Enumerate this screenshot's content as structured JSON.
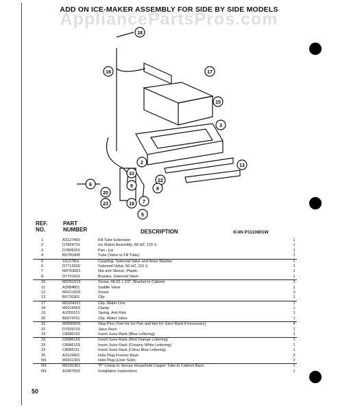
{
  "title": "ADD ON ICE-MAKER ASSEMBLY FOR SIDE BY SIDE MODELS",
  "watermark": "AppliancePartsPros.com",
  "callouts": [
    "18",
    "16",
    "17",
    "15",
    "3",
    "2",
    "22",
    "20",
    "6",
    "7",
    "13",
    "8",
    "23",
    "5",
    "19",
    "9",
    "10"
  ],
  "table_header": {
    "ref": "REF.\nNO.",
    "part": "PART\nNUMBER",
    "description": "DESCRIPTION"
  },
  "model_code": "IC4N P1110801W",
  "parts": [
    {
      "ref": "1",
      "part": "A3127400",
      "desc": "Fill Tube Extension",
      "qty": "1",
      "ul": false
    },
    {
      "ref": "2",
      "part": "D7824701",
      "desc": "Ice Maker Assembly, 60 HZ, 115 V.",
      "qty": "1",
      "ul": false
    },
    {
      "ref": "3",
      "part": "D7806201",
      "desc": "Pan - Ice",
      "qty": "1",
      "ul": false
    },
    {
      "ref": "4",
      "part": "B5705308",
      "desc": "Tube (Valve to Fill Tube)",
      "qty": "1",
      "ul": false
    },
    {
      "ref": "5",
      "part": "10127801",
      "desc": "Coupling, Solenoid Valve and Hose Washer",
      "qty": "1",
      "ul": true
    },
    {
      "ref": "6",
      "part": "D7712602",
      "desc": "Solenoid Valve, 60 HZ, 115 V.",
      "qty": "1",
      "ul": false
    },
    {
      "ref": "7",
      "part": "M0753001",
      "desc": "Nut and Sleeve, Plastic",
      "qty": "1",
      "ul": false
    },
    {
      "ref": "8",
      "part": "D7701601",
      "desc": "Bracket, Solenoid Valve",
      "qty": "1",
      "ul": false
    },
    {
      "ref": "10",
      "part": "M0251015",
      "desc": "Screw, #8-32 x 1/2\", Bracket to Cabinet",
      "qty": "3",
      "ul": true
    },
    {
      "ref": "11",
      "part": "A3084801",
      "desc": "Saddle Valve",
      "qty": "1",
      "ul": false
    },
    {
      "ref": "12",
      "part": "M0211018",
      "desc": "Screw",
      "qty": "3",
      "ul": false
    },
    {
      "ref": "13",
      "part": "B5720301",
      "desc": "Clip",
      "qty": "1",
      "ul": false
    },
    {
      "ref": "17",
      "part": "M0104101",
      "desc": "Clip, Water Line",
      "qty": "1",
      "ul": true
    },
    {
      "ref": "18",
      "part": "M0114003",
      "desc": "Clamp",
      "qty": "1",
      "ul": false
    },
    {
      "ref": "19",
      "part": "A1055101",
      "desc": "Spring, Anti Kink",
      "qty": "1",
      "ul": false
    },
    {
      "ref": "20",
      "part": "B8374701",
      "desc": "Clip, Water Valve",
      "qty": "1",
      "ul": false
    },
    {
      "ref": "21",
      "part": "M0580005",
      "desc": "Stop Pins (Two for Ice Pan and two for Juice Rack if necessary)",
      "qty": "4",
      "ul": true
    },
    {
      "ref": "22",
      "part": "D7939703",
      "desc": "Juice Rack",
      "qty": "1",
      "ul": false
    },
    {
      "ref": "23",
      "part": "C8986101",
      "desc": "Insert Juice Rack (Blue Lettering)",
      "qty": "1",
      "ul": false
    },
    {
      "ref": "23",
      "part": "C8986102",
      "desc": "Insert Juice Rack (Red Orange Lettering)",
      "qty": "1",
      "ul": true
    },
    {
      "ref": "23",
      "part": "C8986103",
      "desc": "Insert Juice Rack (Creamy White Lettering)",
      "qty": "1",
      "ul": false
    },
    {
      "ref": "23",
      "part": "C8986111",
      "desc": "Insert Juice Rack (Citrus Blue Lettering)",
      "qty": "1",
      "ul": false
    },
    {
      "ref": "25",
      "part": "A3124301",
      "desc": "Hole Plug Freezer Back",
      "qty": "2",
      "ul": false
    },
    {
      "ref": "NS",
      "part": "M0311301",
      "desc": "Hole Plug (Liner Side)",
      "qty": "2",
      "ul": false
    },
    {
      "ref": "NS",
      "part": "M0102301",
      "desc": "\"P\" Clamp to Secure Household Copper Tube to Cabinet Back",
      "qty": "1",
      "ul": true
    },
    {
      "ref": "NS",
      "part": "A1067503",
      "desc": "Installation Instructions",
      "qty": "1",
      "ul": false
    }
  ],
  "page_number": "50"
}
